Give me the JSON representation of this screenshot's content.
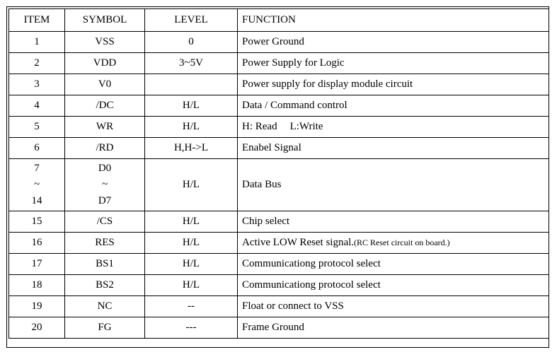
{
  "headers": {
    "item": "ITEM",
    "symbol": "SYMBOL",
    "level": "LEVEL",
    "function": "FUNCTION"
  },
  "rows": [
    {
      "item": "1",
      "symbol": "VSS",
      "level": "0",
      "function": "Power Ground"
    },
    {
      "item": "2",
      "symbol": "VDD",
      "level": "3~5V",
      "function": "Power Supply for Logic"
    },
    {
      "item": "3",
      "symbol": "V0",
      "level": "",
      "function": "Power supply for display module circuit"
    },
    {
      "item": "4",
      "symbol": "/DC",
      "level": "H/L",
      "function": "Data / Command control"
    },
    {
      "item": "5",
      "symbol": "WR",
      "level": "H/L",
      "function_read": "H: Read",
      "function_write": "L:Write"
    },
    {
      "item": "6",
      "symbol": "/RD",
      "level": "H,H->L",
      "function": "Enabel Signal"
    },
    {
      "item_top": "7",
      "item_mid": "~",
      "item_bottom": "14",
      "symbol_top": "D0",
      "symbol_mid": "~",
      "symbol_bottom": "D7",
      "level": "H/L",
      "function": "Data Bus"
    },
    {
      "item": "15",
      "symbol": "/CS",
      "level": "H/L",
      "function": "Chip select"
    },
    {
      "item": "16",
      "symbol": "RES",
      "level": "H/L",
      "function": "Active LOW Reset signal.",
      "function_note": "(RC Reset circuit on board.)"
    },
    {
      "item": "17",
      "symbol": "BS1",
      "level": "H/L",
      "function": "Communicationg protocol select"
    },
    {
      "item": "18",
      "symbol": "BS2",
      "level": "H/L",
      "function": "Communicationg protocol select"
    },
    {
      "item": "19",
      "symbol": "NC",
      "level": "--",
      "function": "Float or connect to VSS"
    },
    {
      "item": "20",
      "symbol": "FG",
      "level": "---",
      "function": "Frame Ground"
    }
  ]
}
